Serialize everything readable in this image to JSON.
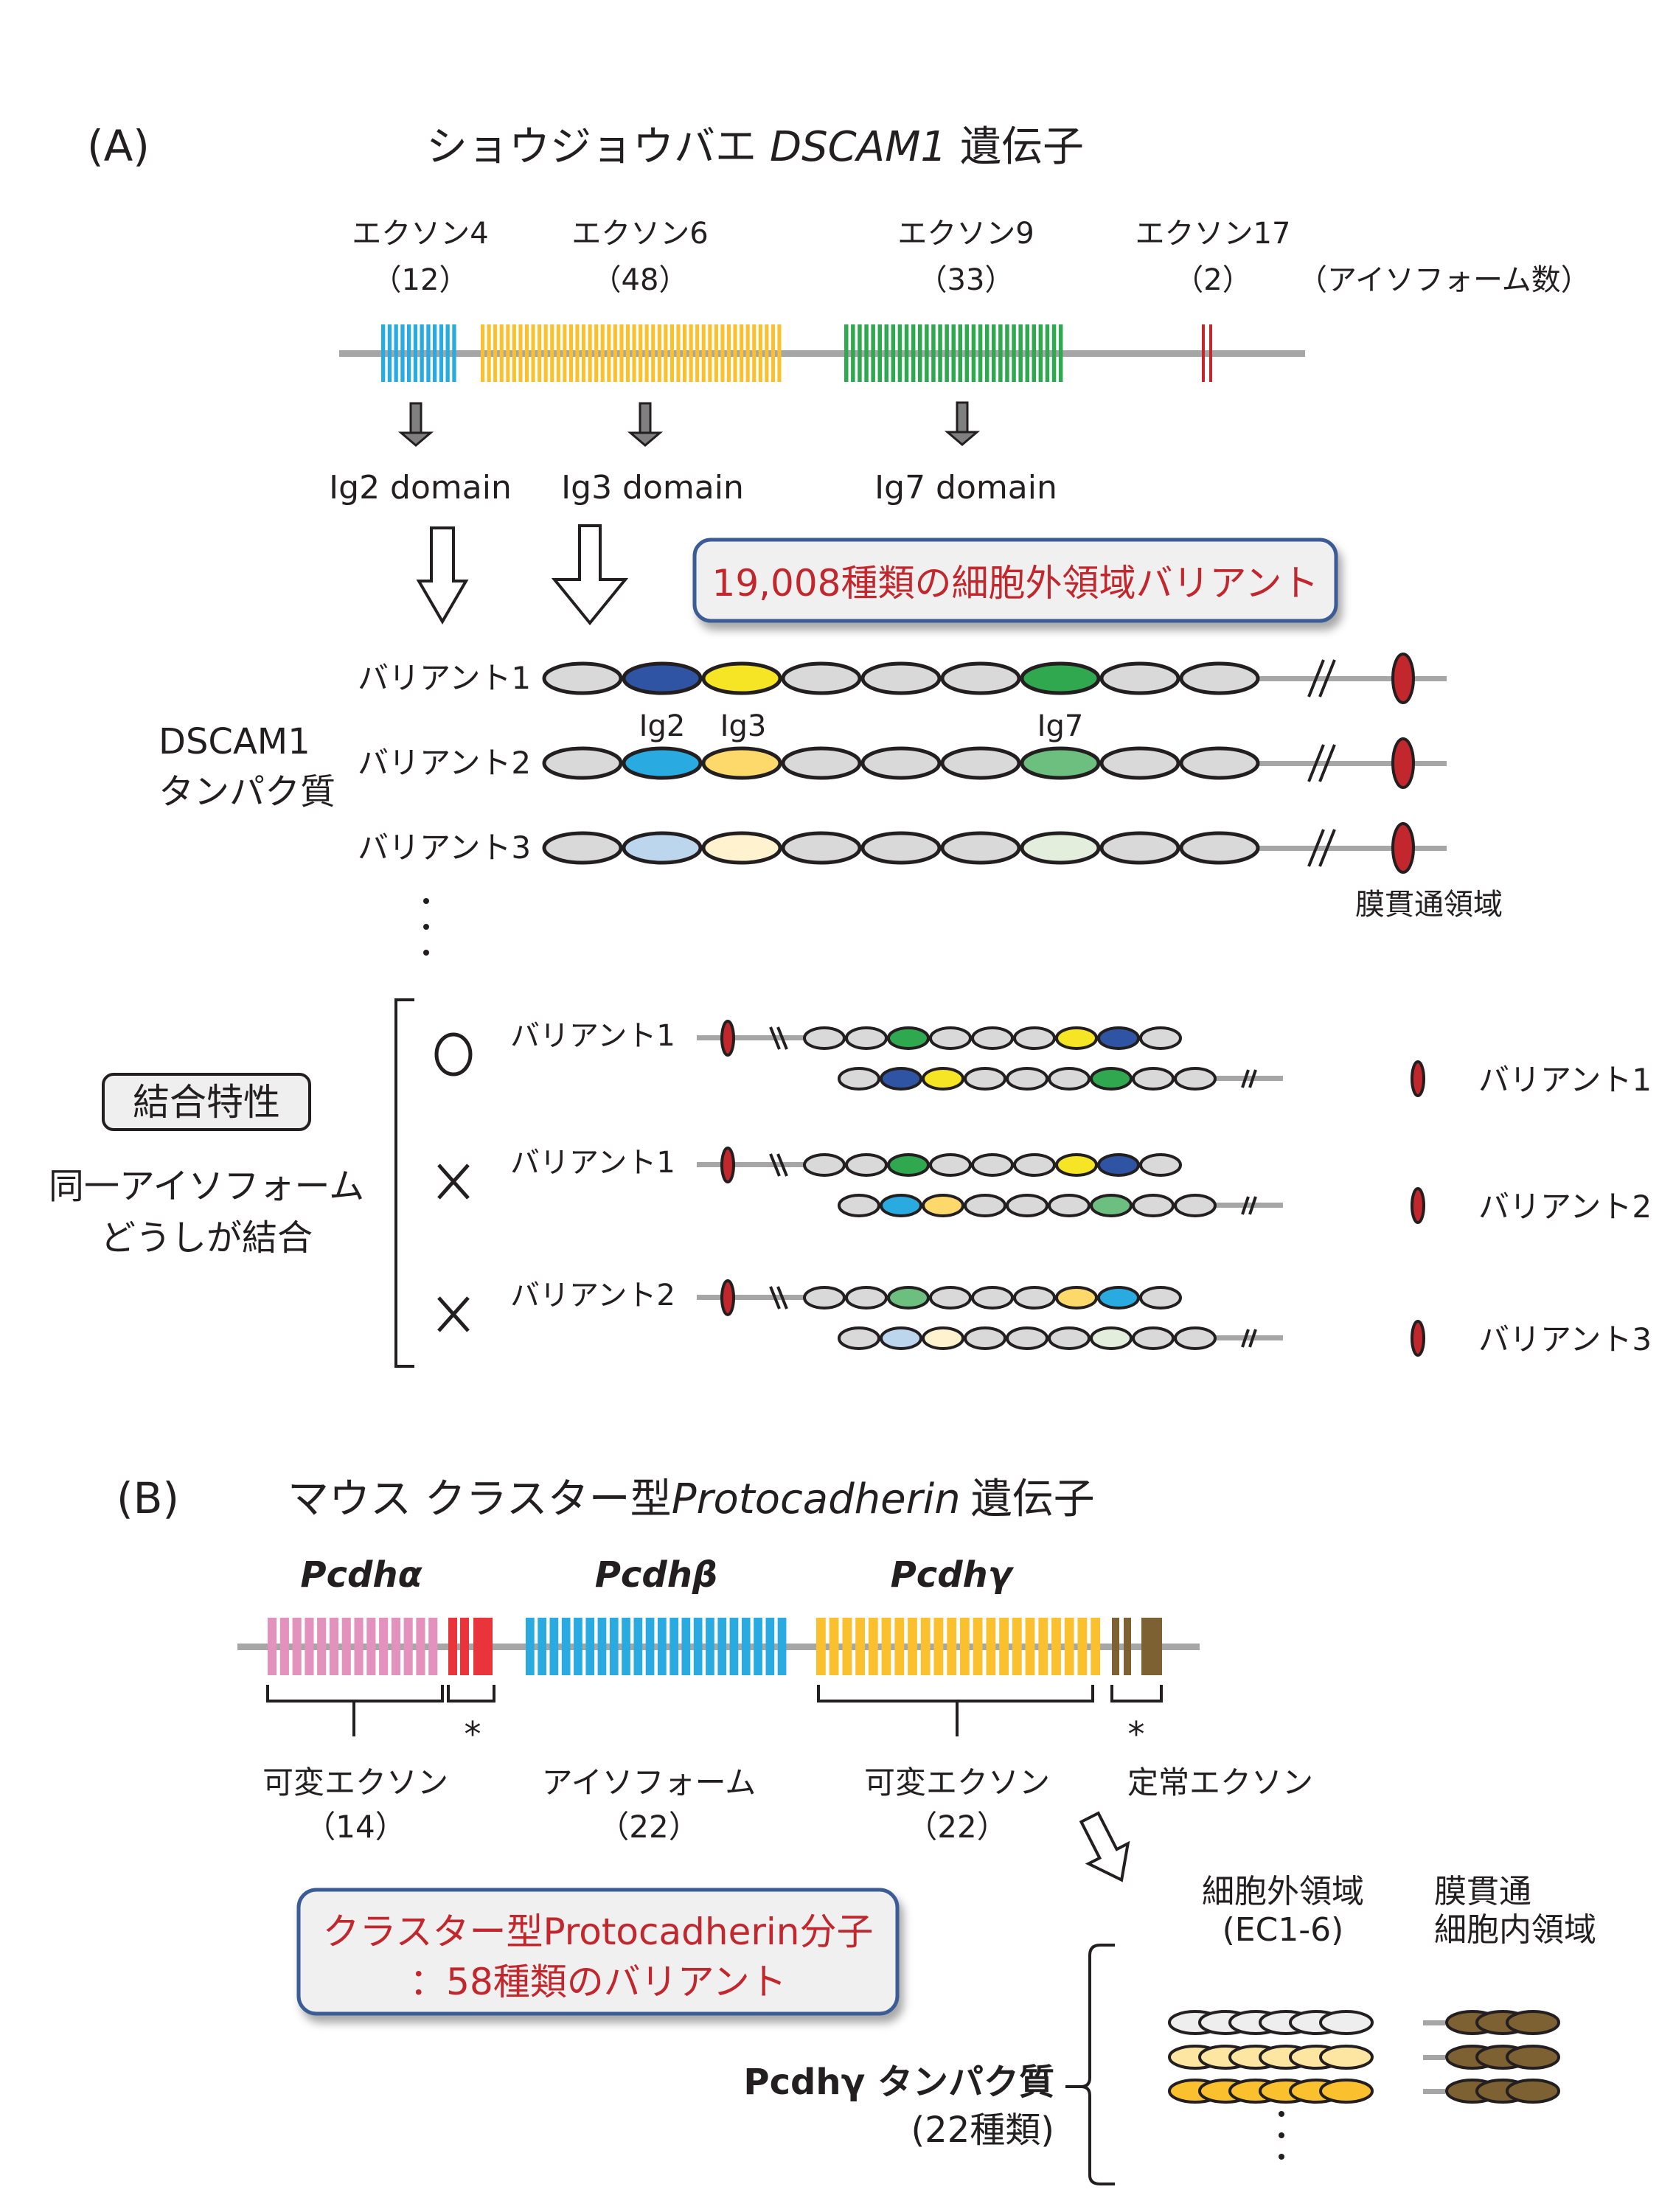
{
  "panel_a": {
    "label": "(A)",
    "title_prefix": "ショウジョウバエ",
    "title_gene": "DSCAM1",
    "title_suffix": "遺伝子",
    "exons": [
      {
        "name": "エクソン4",
        "count": "（12）",
        "color": "#29abe2",
        "stripes": 12,
        "domain": "Ig2 domain"
      },
      {
        "name": "エクソン6",
        "count": "（48）",
        "color": "#fbc02d",
        "stripes": 48,
        "domain": "Ig3 domain"
      },
      {
        "name": "エクソン9",
        "count": "（33）",
        "color": "#2fa84f",
        "stripes": 33,
        "domain": "Ig7 domain"
      },
      {
        "name": "エクソン17",
        "count": "（2）",
        "color": "#c1272d",
        "stripes": 2,
        "domain": ""
      }
    ],
    "isoform_count_label": "（アイソフォーム数）",
    "callout": "19,008種類の細胞外領域バリアント",
    "protein_label_line1": "DSCAM1",
    "protein_label_line2": "タンパク質",
    "variants": [
      {
        "label": "バリアント1",
        "domains": [
          "#d9d9d9",
          "#2e54a3",
          "#f5e525",
          "#d9d9d9",
          "#d9d9d9",
          "#d9d9d9",
          "#2fa84f",
          "#d9d9d9",
          "#d9d9d9"
        ]
      },
      {
        "label": "バリアント2",
        "domains": [
          "#d9d9d9",
          "#29abe2",
          "#fdd86b",
          "#d9d9d9",
          "#d9d9d9",
          "#d9d9d9",
          "#6cbf7f",
          "#d9d9d9",
          "#d9d9d9"
        ]
      },
      {
        "label": "バリアント3",
        "domains": [
          "#d9d9d9",
          "#bcd6ee",
          "#fff3cf",
          "#d9d9d9",
          "#d9d9d9",
          "#d9d9d9",
          "#e3eedd",
          "#d9d9d9",
          "#d9d9d9"
        ]
      }
    ],
    "ig_labels": [
      "Ig2",
      "Ig3",
      "Ig7"
    ],
    "tm_label": "膜貫通領域",
    "tm_color": "#c1272d",
    "binding": {
      "box_label": "結合特性",
      "desc_line1": "同一アイソフォーム",
      "desc_line2": "どうしが結合",
      "pairs": [
        {
          "symbol": "○",
          "result": "binds",
          "left_label": "バリアント1",
          "right_label": "バリアント1",
          "top": [
            "#d9d9d9",
            "#d9d9d9",
            "#2fa84f",
            "#d9d9d9",
            "#d9d9d9",
            "#d9d9d9",
            "#f5e525",
            "#2e54a3",
            "#d9d9d9"
          ],
          "bottom": [
            "#d9d9d9",
            "#2e54a3",
            "#f5e525",
            "#d9d9d9",
            "#d9d9d9",
            "#d9d9d9",
            "#2fa84f",
            "#d9d9d9",
            "#d9d9d9"
          ]
        },
        {
          "symbol": "×",
          "result": "no-bind",
          "left_label": "バリアント1",
          "right_label": "バリアント2",
          "top": [
            "#d9d9d9",
            "#d9d9d9",
            "#2fa84f",
            "#d9d9d9",
            "#d9d9d9",
            "#d9d9d9",
            "#f5e525",
            "#2e54a3",
            "#d9d9d9"
          ],
          "bottom": [
            "#d9d9d9",
            "#29abe2",
            "#fdd86b",
            "#d9d9d9",
            "#d9d9d9",
            "#d9d9d9",
            "#6cbf7f",
            "#d9d9d9",
            "#d9d9d9"
          ]
        },
        {
          "symbol": "×",
          "result": "no-bind",
          "left_label": "バリアント2",
          "right_label": "バリアント3",
          "top": [
            "#d9d9d9",
            "#d9d9d9",
            "#6cbf7f",
            "#d9d9d9",
            "#d9d9d9",
            "#d9d9d9",
            "#fdd86b",
            "#29abe2",
            "#d9d9d9"
          ],
          "bottom": [
            "#d9d9d9",
            "#bcd6ee",
            "#fff3cf",
            "#d9d9d9",
            "#d9d9d9",
            "#d9d9d9",
            "#e3eedd",
            "#d9d9d9",
            "#d9d9d9"
          ]
        }
      ]
    }
  },
  "panel_b": {
    "label": "(B)",
    "title_prefix": "マウス クラスター型",
    "title_gene": "Protocadherin",
    "title_suffix": "遺伝子",
    "clusters": [
      {
        "name": "Pcdhα",
        "variable_color": "#e292bd",
        "variable_stripes": 14,
        "constant_color": "#e8343a",
        "constant_stripes": 3
      },
      {
        "name": "Pcdhβ",
        "variable_color": "#29abe2",
        "variable_stripes": 22,
        "constant_color": "",
        "constant_stripes": 0
      },
      {
        "name": "Pcdhγ",
        "variable_color": "#fbc02d",
        "variable_stripes": 22,
        "constant_color": "#7d6133",
        "constant_stripes": 3
      }
    ],
    "labels": {
      "alpha_variable": "可変エクソン",
      "alpha_count": "（14）",
      "beta_isoform": "アイソフォーム",
      "beta_count": "（22）",
      "gamma_variable": "可変エクソン",
      "gamma_count": "（22）",
      "constant_exon": "定常エクソン",
      "asterisk": "*"
    },
    "callout_line1": "クラスター型Protocadherin分子",
    "callout_line2": "：58種類のバリアント",
    "ec_label_line1": "細胞外領域",
    "ec_label_line2": "(EC1-6)",
    "tm_label_line1": "膜貫通",
    "tm_label_line2": "細胞内領域",
    "protein_label_line1": "Pcdhγ タンパク質",
    "protein_label_line2": "(22種類)",
    "protein_rows": [
      {
        "ec_color": "#eeeeee",
        "cyto_color": "#7d6133"
      },
      {
        "ec_color": "#fde5a2",
        "cyto_color": "#7d6133"
      },
      {
        "ec_color": "#fbc02d",
        "cyto_color": "#7d6133"
      }
    ]
  }
}
